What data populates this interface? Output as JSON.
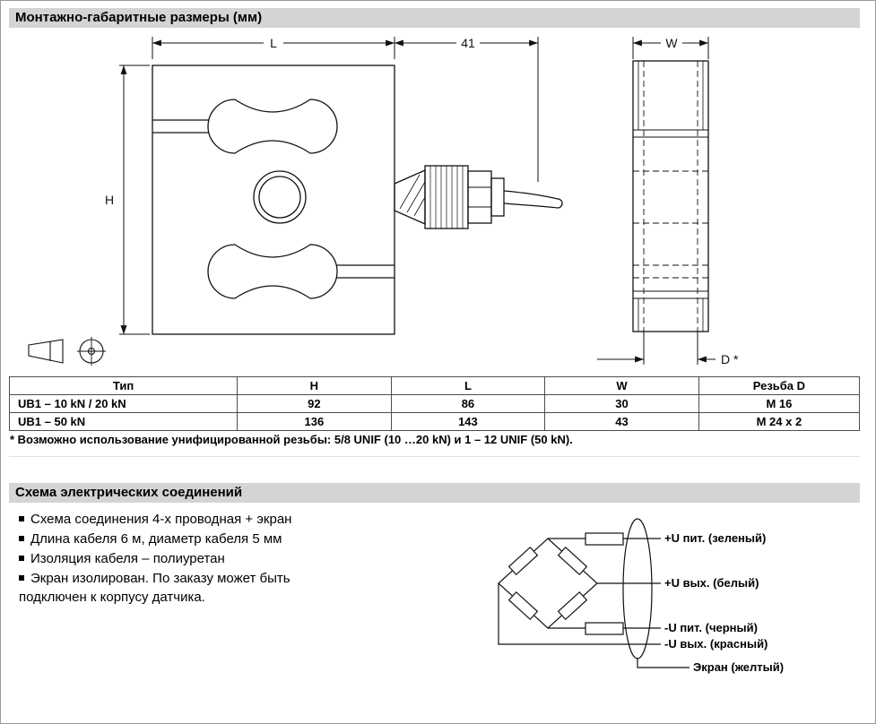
{
  "dimensions": {
    "title": "Монтажно-габаритные размеры (мм)",
    "drawing": {
      "dim_length": "L",
      "dim_cable_gland": "41",
      "dim_height": "H",
      "dim_width": "W",
      "dim_thread": "D *"
    },
    "table": {
      "headers": [
        "Тип",
        "H",
        "L",
        "W",
        "Резьба D"
      ],
      "rows": [
        [
          "UB1 – 10 kN / 20 kN",
          "92",
          "86",
          "30",
          "M 16"
        ],
        [
          "UB1 – 50 kN",
          "136",
          "143",
          "43",
          "M 24 x 2"
        ]
      ]
    },
    "footnote": "* Возможно использование унифицированной резьбы: 5/8 UNIF (10 …20 kN) и 1 – 12 UNIF (50 kN)."
  },
  "wiring": {
    "title": "Схема электрических соединений",
    "bullets": [
      "Схема соединения 4-х проводная + экран",
      "Длина кабеля 6 м, диаметр кабеля 5 мм",
      "Изоляция кабеля – полиуретан",
      "Экран изолирован. По заказу может быть подключен к корпусу датчика."
    ],
    "labels": {
      "excitation_plus": "+U пит. (зеленый)",
      "signal_plus": "+U вых. (белый)",
      "excitation_minus": "-U пит. (черный)",
      "signal_minus": "-U вых. (красный)",
      "shield": "Экран (желтый)"
    }
  },
  "colors": {
    "header_bar": "#d4d4d4",
    "line": "#111111"
  }
}
